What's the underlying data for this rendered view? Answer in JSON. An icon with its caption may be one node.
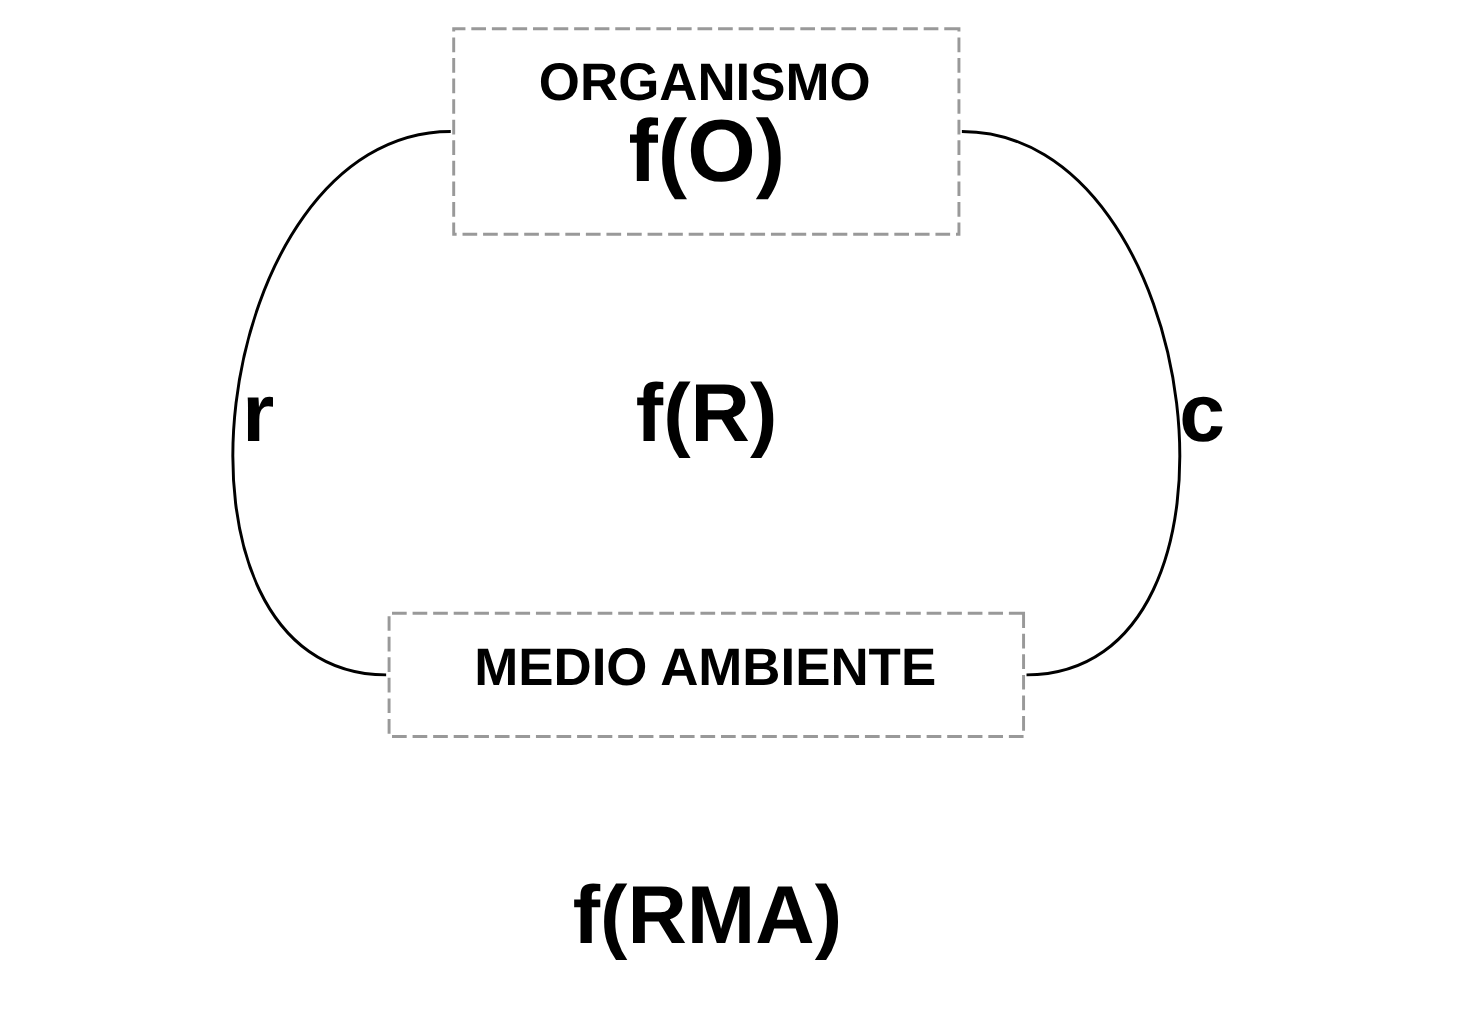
{
  "diagram": {
    "nodes": [
      {
        "text": [
          "ORGANISMO",
          "f(O)"
        ]
      },
      {
        "text": [
          "MEDIO AMBIENTE"
        ],
        "beside": [
          "f(RMA)"
        ]
      }
    ],
    "edges": [
      {
        "from": 0,
        "to": 1,
        "arrow": "none",
        "label": "r"
      },
      {
        "from": 0,
        "to": 1,
        "arrow": "none",
        "label": "c"
      }
    ],
    "labels": [
      "f(R)"
    ]
  }
}
